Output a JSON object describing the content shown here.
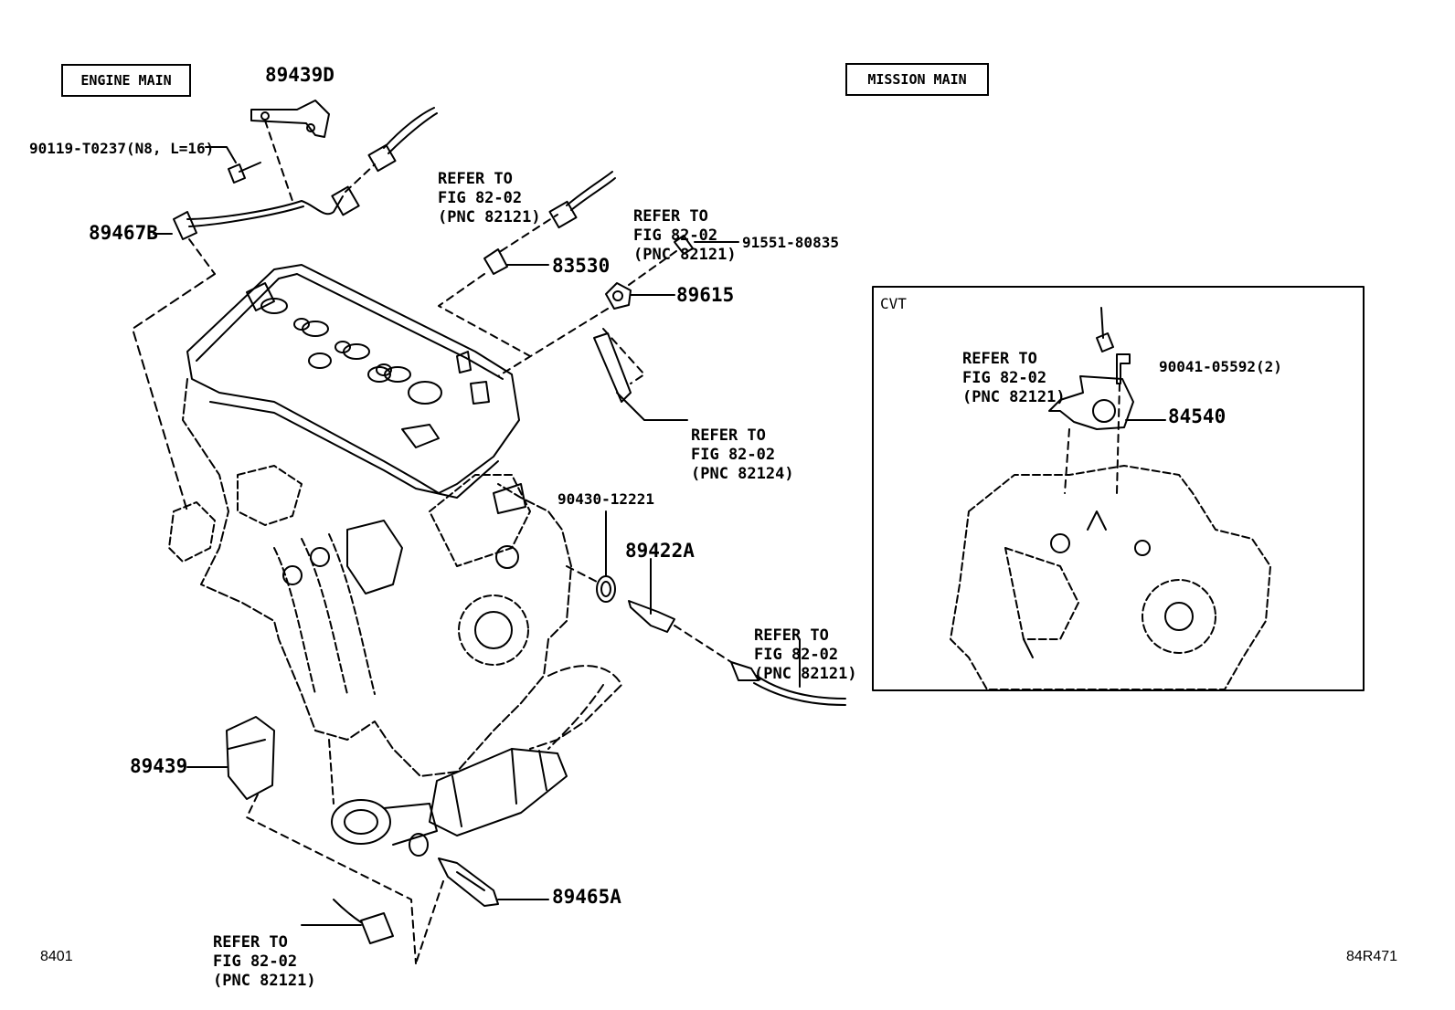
{
  "headers": {
    "engine_main": "ENGINE MAIN",
    "mission_main": "MISSION MAIN",
    "cvt": "CVT"
  },
  "part_numbers": {
    "p89439D": "89439D",
    "p90119": "90119-T0237(N8, L=16)",
    "p89467B": "89467B",
    "p83530": "83530",
    "p91551": "91551-80835",
    "p89615": "89615",
    "p90430": "90430-12221",
    "p89422A": "89422A",
    "p89439": "89439",
    "p89465A": "89465A",
    "p90041": "90041-05592(2)",
    "p84540": "84540"
  },
  "references": [
    {
      "line1": "REFER TO",
      "line2": "FIG 82-02",
      "line3": "(PNC 82121)"
    },
    {
      "line1": "REFER TO",
      "line2": "FIG 82-02",
      "line3": "(PNC 82121)"
    },
    {
      "line1": "REFER TO",
      "line2": "FIG 82-02",
      "line3": "(PNC 82124)"
    },
    {
      "line1": "REFER TO",
      "line2": "FIG 82-02",
      "line3": "(PNC 82121)"
    },
    {
      "line1": "REFER TO",
      "line2": "FIG 82-02",
      "line3": "(PNC 82121)"
    },
    {
      "line1": "REFER TO",
      "line2": "FIG 82-02",
      "line3": "(PNC 82121)"
    }
  ],
  "footer": {
    "left_code": "8401",
    "right_code": "84R471"
  }
}
